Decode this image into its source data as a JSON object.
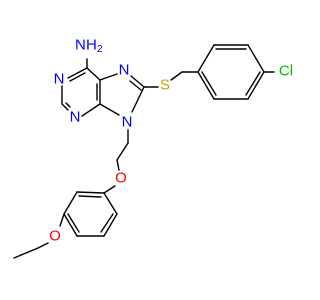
{
  "molecule": {
    "colors": {
      "bond": "#000000",
      "nitrogen": "#0000ff",
      "oxygen": "#ff0000",
      "sulfur": "#c8a000",
      "chlorine": "#00bb00"
    },
    "labels": {
      "amine_N": "N",
      "amine_H": "H",
      "amine_sub": "2",
      "pyrimidine_N1": "N",
      "pyrimidine_N3": "N",
      "imidazole_N7": "N",
      "imidazole_N9": "N",
      "thioether_S": "S",
      "chloro_Cl": "Cl",
      "ether_O_chain": "O",
      "ether_O_ethoxy": "O"
    }
  }
}
